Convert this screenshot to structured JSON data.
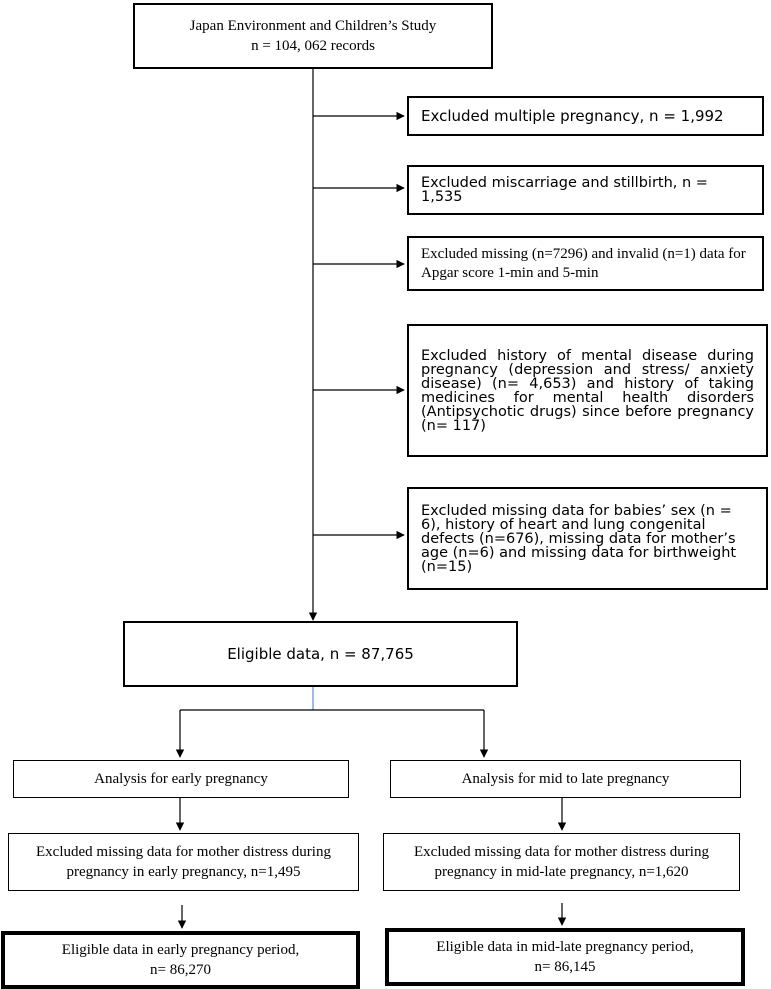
{
  "top": {
    "line1": "Japan Environment and Children’s Study",
    "line2": "n = 104, 062 records"
  },
  "exclusions": [
    "Excluded multiple pregnancy, n = 1,992",
    "Excluded miscarriage and stillbirth, n = 1,535",
    "Excluded missing (n=7296) and invalid (n=1) data for Apgar score 1-min and 5-min",
    "Excluded history of mental disease during pregnancy (depression and stress/ anxiety disease) (n= 4,653) and history of taking medicines for mental health disorders (Antipsychotic drugs) since before pregnancy (n= 117)",
    "Excluded missing data for babies’ sex (n = 6), history of heart and lung congenital defects (n=676), missing data for mother’s age (n=6) and missing data for birthweight (n=15)"
  ],
  "eligible": "Eligible data, n = 87,765",
  "left": {
    "analysis": "Analysis for early pregnancy",
    "excluded_line1": "Excluded missing data for mother distress during",
    "excluded_line2": "pregnancy in early pregnancy, n=1,495",
    "final_line1": "Eligible data in early pregnancy period,",
    "final_line2": "n= 86,270"
  },
  "right": {
    "analysis": "Analysis for mid to late pregnancy",
    "excluded_line1": "Excluded missing data for mother distress during",
    "excluded_line2": "pregnancy in mid-late pregnancy, n=1,620",
    "final_line1": "Eligible data in mid-late pregnancy period,",
    "final_line2": "n= 86,145"
  }
}
